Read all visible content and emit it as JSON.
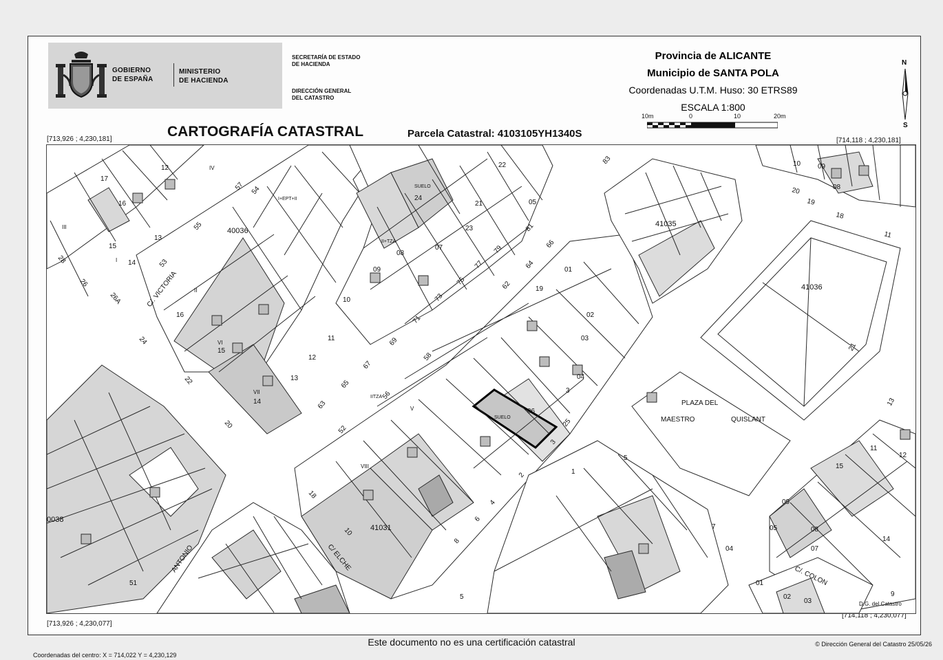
{
  "header": {
    "gov_line1": "GOBIERNO",
    "gov_line2": "DE ESPAÑA",
    "min_line1": "MINISTERIO",
    "min_line2": "DE HACIENDA",
    "sec_line1": "SECRETARÍA DE ESTADO",
    "sec_line2": "DE HACIENDA",
    "dir_line1": "DIRECCIÓN GENERAL",
    "dir_line2": "DEL CATASTRO",
    "province": "Provincia de ALICANTE",
    "municipality": "Municipio de SANTA POLA",
    "coords_system": "Coordenadas U.T.M. Huso: 30 ETRS89",
    "scale": "ESCALA 1:800",
    "scale_ticks": [
      "10m",
      "0",
      "10",
      "20m"
    ],
    "north_n": "N",
    "north_s": "S",
    "title": "CARTOGRAFÍA CATASTRAL",
    "parcel": "Parcela Catastral: 4103105YH1340S"
  },
  "corners": {
    "top_left": "[713,926 ; 4,230,181]",
    "top_right": "[714,118 ; 4,230,181]",
    "bottom_left": "[713,926 ; 4,230,077]",
    "bottom_right": "[714,118 ; 4,230,077]"
  },
  "map": {
    "blocks": [
      "40036",
      "41035",
      "41036",
      "41031",
      "0038"
    ],
    "streets": [
      "C/. VICTORIA",
      "C/ ELCHE",
      "C/. COLON",
      "ANTONIO",
      "PLAZA DEL",
      "MAESTRO",
      "QUISLANT"
    ],
    "numbers": [
      "17",
      "12",
      "16",
      "15",
      "13",
      "14",
      "55",
      "57",
      "54",
      "53",
      "26",
      "28",
      "26A",
      "24",
      "22",
      "20",
      "16",
      "15",
      "14",
      "13",
      "12",
      "11",
      "10",
      "09",
      "08",
      "07",
      "06",
      "05",
      "01",
      "02",
      "03",
      "04",
      "19",
      "24",
      "21",
      "23",
      "22",
      "63",
      "65",
      "67",
      "69",
      "71",
      "73",
      "75",
      "77",
      "79",
      "81",
      "83",
      "62",
      "64",
      "66",
      "58",
      "56",
      "52",
      "18",
      "10",
      "8",
      "6",
      "4",
      "2",
      "3",
      "25",
      "21",
      "20",
      "19",
      "18",
      "11",
      "10",
      "09",
      "08",
      "01",
      "02",
      "03",
      "04",
      "05",
      "07",
      "13",
      "12",
      "11",
      "15",
      "09",
      "08",
      "14",
      "9",
      "7",
      "5",
      "1",
      "3",
      "5",
      "51"
    ],
    "labels": [
      "SUELO",
      "SUELO",
      "IITZA",
      "II+TZA",
      "I+EPT+II",
      "VII",
      "VIII",
      "IV",
      "III",
      "II",
      "I",
      "V",
      "VI"
    ],
    "catastro_mark": "D.G. del Catastro"
  },
  "footer": {
    "disclaimer": "Este documento no es una certificación catastral",
    "copyright": "© Dirección General del Catastro 25/05/26",
    "center_label": "Coordenadas del centro:",
    "center_x": "X = 714,022",
    "center_y": "Y = 4,230,129"
  },
  "colors": {
    "shade_light": "#dcdcdc",
    "shade_mid": "#c7c7c7",
    "shade_dark": "#a9a9a9",
    "line": "#2a2a2a"
  }
}
